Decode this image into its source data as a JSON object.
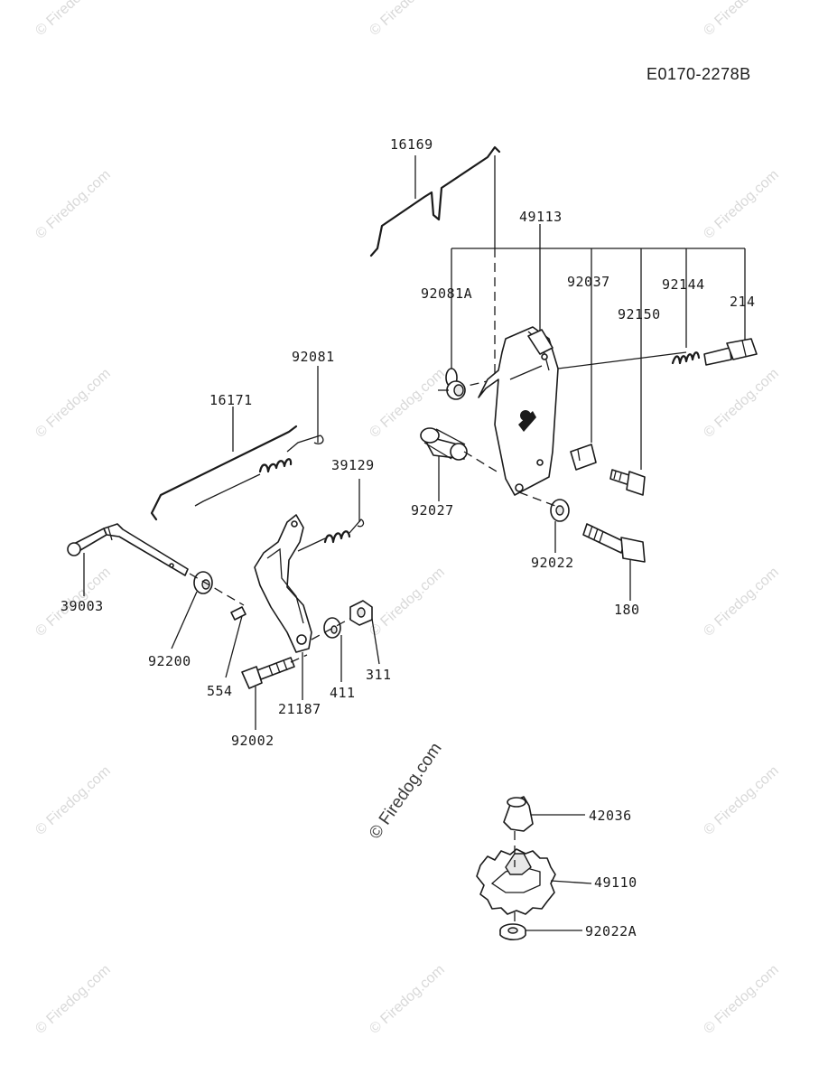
{
  "diagram_code": "E0170-2278B",
  "watermark_text": "© Firedog.com",
  "part_labels": {
    "p16169": "16169",
    "p49113": "49113",
    "p92081A": "92081A",
    "p92037": "92037",
    "p92144": "92144",
    "p92150": "92150",
    "p214": "214",
    "p92081": "92081",
    "p16171": "16171",
    "p39129": "39129",
    "p92027": "92027",
    "p92022": "92022",
    "p39003": "39003",
    "p180": "180",
    "p92200": "92200",
    "p554": "554",
    "p21187": "21187",
    "p411": "411",
    "p311": "311",
    "p92002": "92002",
    "p42036": "42036",
    "p49110": "49110",
    "p92022A": "92022A"
  }
}
